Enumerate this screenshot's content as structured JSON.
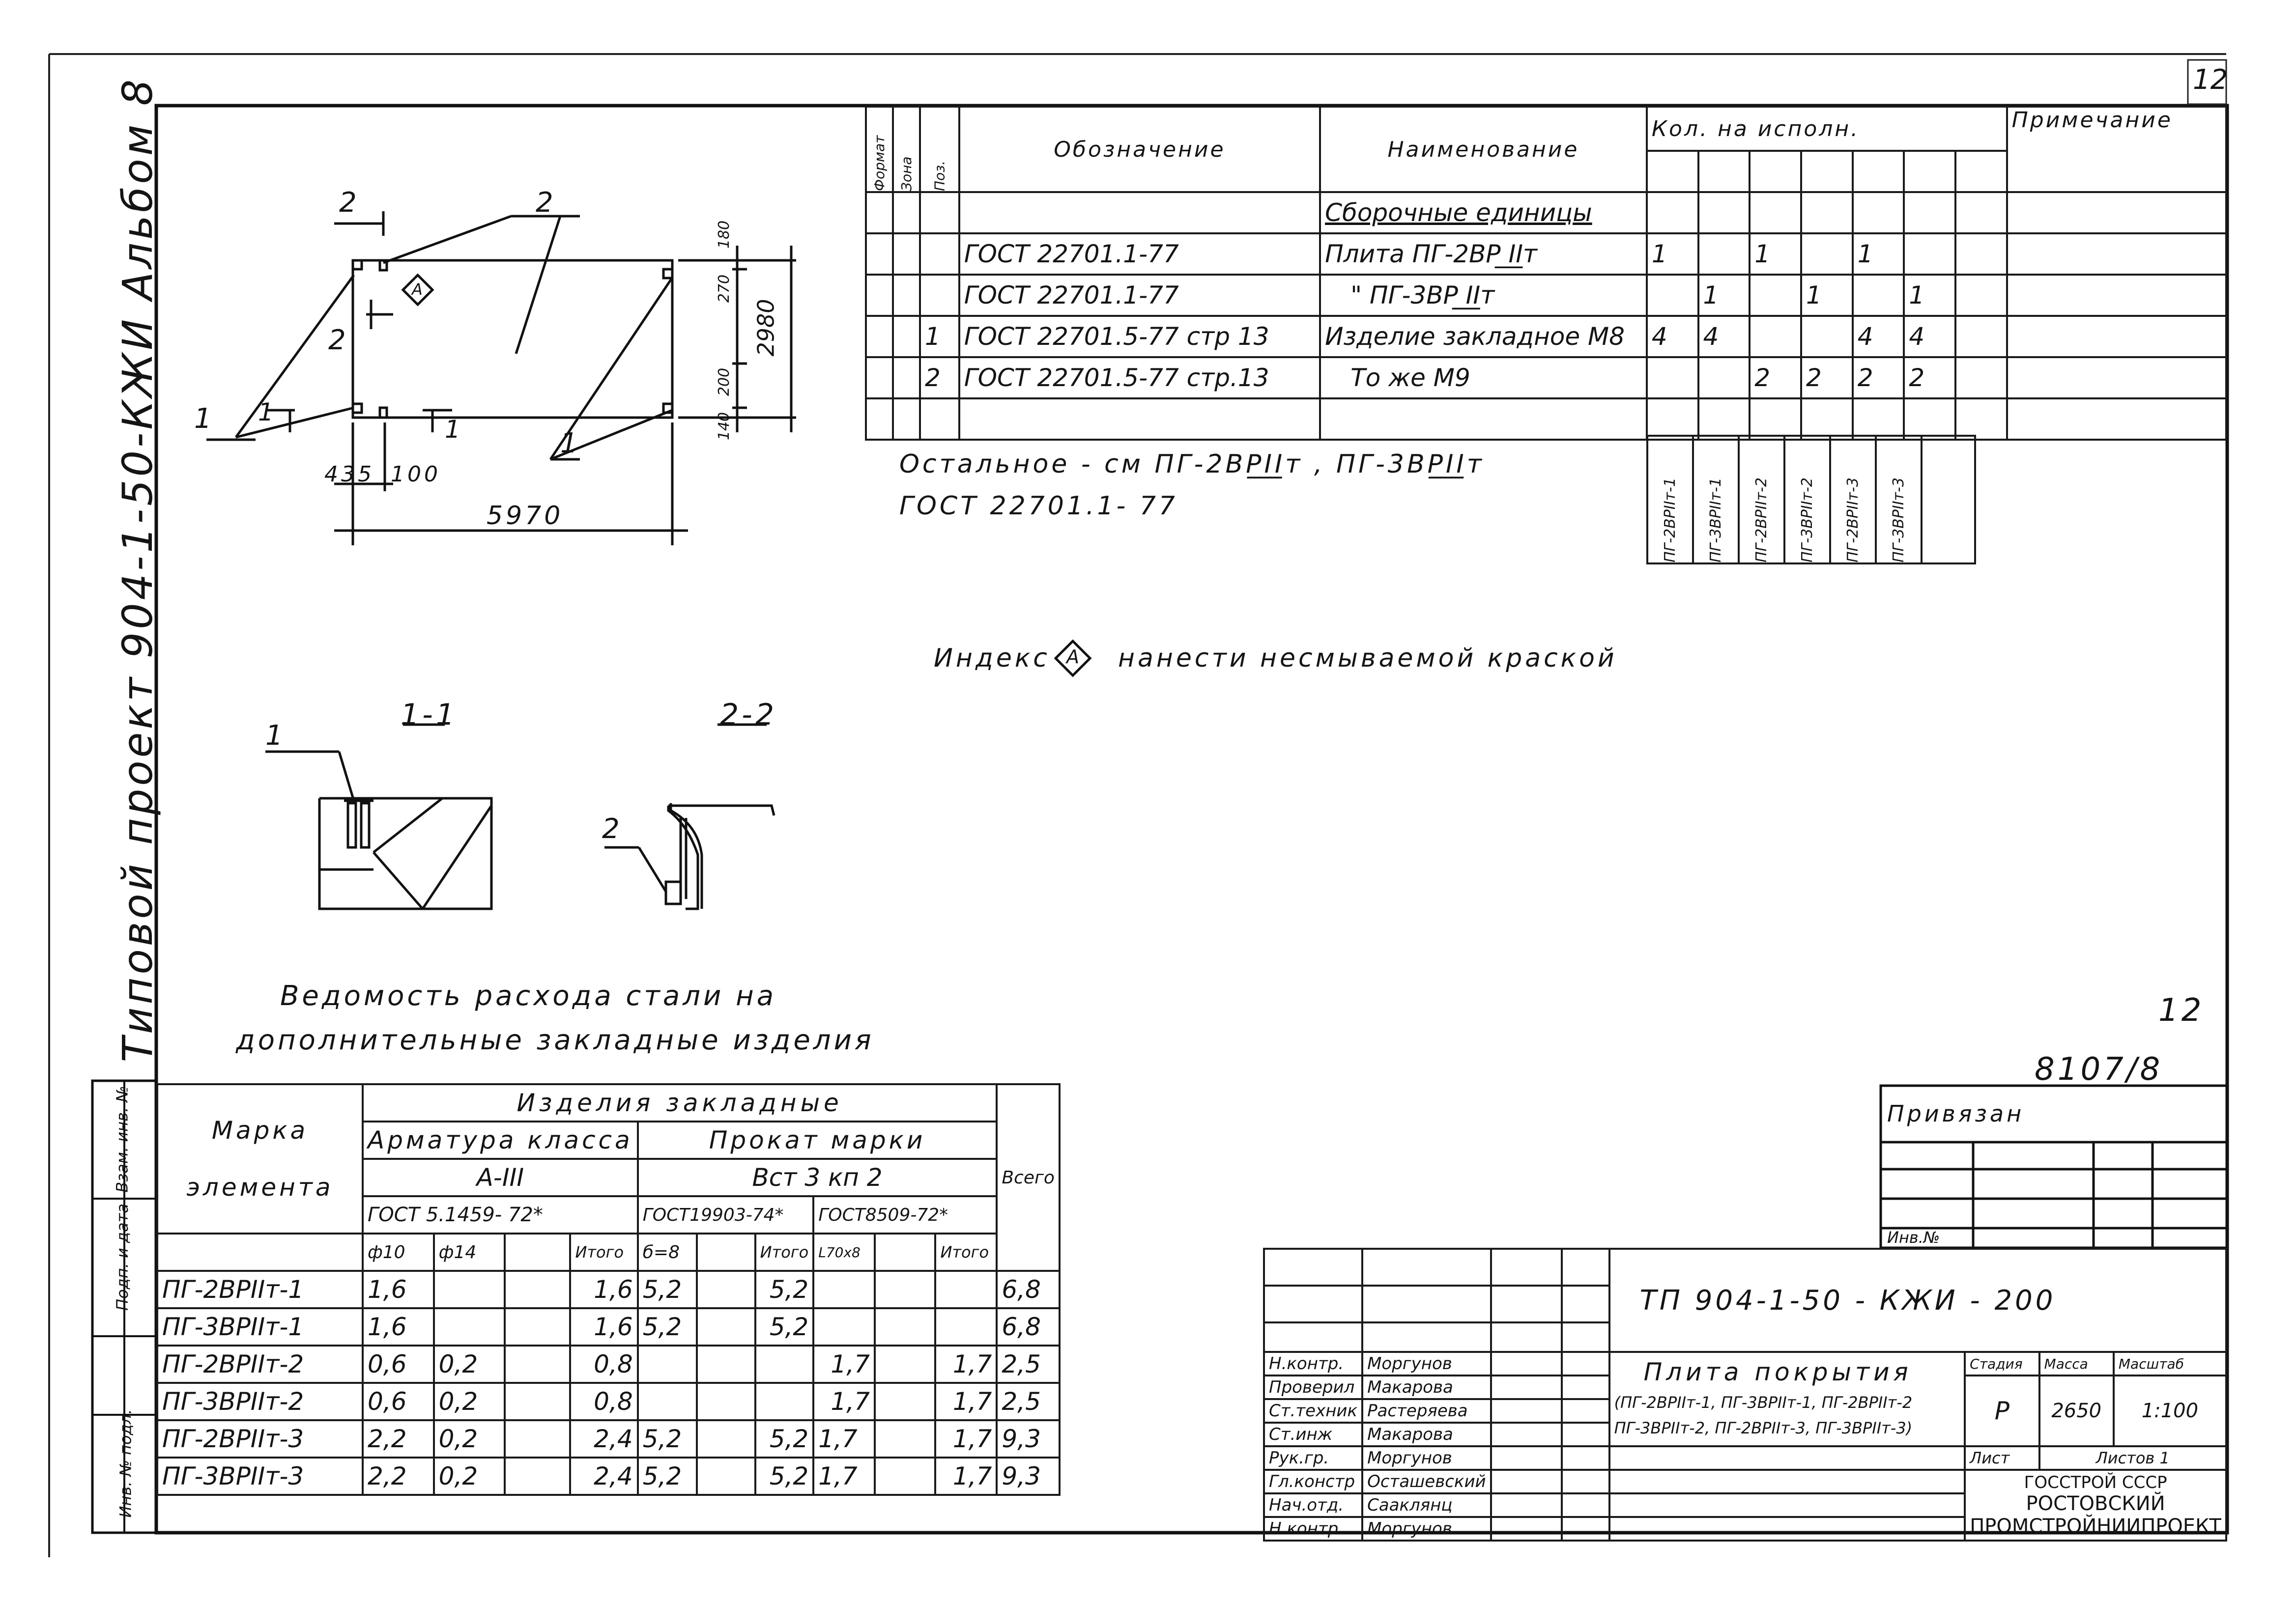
{
  "sheet_number": "12",
  "page_number": "12",
  "sheet_code": "8107/8",
  "left_margin_title": "Типовой проект  904-1-50-КЖИ  Альбом 8",
  "stamp_labels": [
    "Инв. № подл.",
    "Подп. и дата",
    "Взам. инв. №"
  ],
  "drawing": {
    "labels": {
      "section2_top": "2",
      "callout2_top": "2",
      "section2_side": "2",
      "callout1": "1",
      "section1_left": "1",
      "section1_right": "1",
      "callout1_right": "1",
      "index_mark": "А",
      "dim_435": "435",
      "dim_100": "100",
      "dim_5970": "5970",
      "dim_180": "180",
      "dim_270": "270",
      "dim_2980": "2980",
      "dim_200": "200",
      "dim_140": "140"
    }
  },
  "spec_table": {
    "headers": {
      "format": "Формат",
      "zone": "Зона",
      "pos": "Поз.",
      "designation": "Обозначение",
      "name": "Наименование",
      "qty": "Кол. на исполн.",
      "note": "Примечание"
    },
    "rows": [
      {
        "pos": "",
        "designation": "",
        "name": "Сборочные единицы",
        "qty": [
          "",
          "",
          "",
          "",
          "",
          ""
        ]
      },
      {
        "pos": "",
        "designation": "ГОСТ 22701.1-77",
        "name": "Плита  ПГ-2ВР ̲I̲I̲т",
        "qty": [
          "1",
          "",
          "1",
          "",
          "1",
          ""
        ]
      },
      {
        "pos": "",
        "designation": "ГОСТ 22701.1-77",
        "name": "\"    ПГ-3ВР ̲I̲I̲т",
        "qty": [
          "",
          "1",
          "",
          "1",
          "",
          "1"
        ]
      },
      {
        "pos": "1",
        "designation": "ГОСТ 22701.5-77  стр 13",
        "name": "Изделие закладное  М8",
        "qty": [
          "4",
          "4",
          "",
          "",
          "4",
          "4"
        ]
      },
      {
        "pos": "2",
        "designation": "ГОСТ 22701.5-77  стр.13",
        "name": "То же          М9",
        "qty": [
          "",
          "",
          "2",
          "2",
          "2",
          "2"
        ]
      },
      {
        "pos": "",
        "designation": "",
        "name": "",
        "qty": [
          "",
          "",
          "",
          "",
          "",
          ""
        ]
      }
    ],
    "variants": [
      "ПГ-2ВРIIт-1",
      "ПГ-3ВРIIт-1",
      "ПГ-2ВРIIт-2",
      "ПГ-3ВРIIт-2",
      "ПГ-2ВРIIт-3",
      "ПГ-3ВРIIт-3"
    ]
  },
  "remaining_note_line1": "Остальное - см  ПГ-2ВР̲I̲I̲т ,  ПГ-3ВР̲I̲I̲т",
  "remaining_note_line2": "ГОСТ  22701.1- 77",
  "index_note_prefix": "Индекс",
  "index_note_letter": "А",
  "index_note_suffix": "нанести   несмываемой   краской",
  "section_11_label": "1-1",
  "section_22_label": "2-2",
  "section_11_callout": "1",
  "section_22_callout": "2",
  "steel_title_line1": "Ведомость   расхода   стали  на",
  "steel_title_line2": "дополнительные    закладные    изделия",
  "steel_table": {
    "h_marka": "Марка",
    "h_element": "элемента",
    "h_izdelia": "Изделия   закладные",
    "h_armatura": "Арматура  класса",
    "h_klass": "А-III",
    "h_prokat": "Прокат   марки",
    "h_vst": "Вст 3  кп 2",
    "h_gost1": "ГОСТ 5.1459- 72*",
    "h_gost2": "ГОСТ19903-74*",
    "h_gost3": "ГОСТ8509-72*",
    "h_vsego": "Всего",
    "h_d10": "ф10",
    "h_d14": "ф14",
    "h_itogo1": "Итого",
    "h_b8": "б=8",
    "h_itogo2": "Итого",
    "h_l70": "L70х8",
    "h_itogo3": "Итого",
    "rows": [
      {
        "marka": "ПГ-2ВРIIт-1",
        "d10": "1,6",
        "d14": "",
        "itogo1": "1,6",
        "b8": "5,2",
        "itogo2": "5,2",
        "l70": "",
        "itogo3": "",
        "vsego": "6,8"
      },
      {
        "marka": "ПГ-3ВРIIт-1",
        "d10": "1,6",
        "d14": "",
        "itogo1": "1,6",
        "b8": "5,2",
        "itogo2": "5,2",
        "l70": "",
        "itogo3": "",
        "vsego": "6,8"
      },
      {
        "marka": "ПГ-2ВРIIт-2",
        "d10": "0,6",
        "d14": "0,2",
        "itogo1": "0,8",
        "b8": "",
        "itogo2": "",
        "l70": "1,7",
        "itogo3": "1,7",
        "vsego": "2,5"
      },
      {
        "marka": "ПГ-3ВРIIт-2",
        "d10": "0,6",
        "d14": "0,2",
        "itogo1": "0,8",
        "b8": "",
        "itogo2": "",
        "l70": "1,7",
        "itogo3": "1,7",
        "vsego": "2,5"
      },
      {
        "marka": "ПГ-2ВРIIт-3",
        "d10": "2,2",
        "d14": "0,2",
        "itogo1": "2,4",
        "b8": "5,2",
        "itogo2": "5,2",
        "l70": "1,7",
        "itogo3": "1,7",
        "vsego": "9,3"
      },
      {
        "marka": "ПГ-3ВРIIт-3",
        "d10": "2,2",
        "d14": "0,2",
        "itogo1": "2,4",
        "b8": "5,2",
        "itogo2": "5,2",
        "l70": "1,7",
        "itogo3": "1,7",
        "vsego": "9,3"
      }
    ]
  },
  "privyazan": "Привязан",
  "inv_no": "Инв.№",
  "title_block": {
    "doc_code": "ТП 904-1-50  - КЖИ - 200",
    "title": "Плита   покрытия",
    "subtitle1": "(ПГ-2ВРIIт-1, ПГ-3ВРIIт-1, ПГ-2ВРIIт-2",
    "subtitle2": "ПГ-3ВРIIт-2, ПГ-2ВРIIт-3, ПГ-3ВРIIт-3)",
    "h_stage": "Стадия",
    "h_mass": "Масса",
    "h_scale": "Масштаб",
    "stage": "Р",
    "mass": "2650",
    "scale": "1:100",
    "sheet": "Лист",
    "sheets": "Листов 1",
    "org1": "ГОССТРОЙ СССР",
    "org2": "РОСТОВСКИЙ",
    "org3": "ПРОМСТРОЙНИИПРОЕКТ",
    "signers": [
      {
        "role": "Н.контр.",
        "name": "Моргунов"
      },
      {
        "role": "Проверил",
        "name": "Макарова"
      },
      {
        "role": "Ст.техник",
        "name": "Растеряева"
      },
      {
        "role": "Ст.инж",
        "name": "Макарова"
      },
      {
        "role": "Рук.гр.",
        "name": "Моргунов"
      },
      {
        "role": "Гл.констр",
        "name": "Осташевский"
      },
      {
        "role": "Нач.отд.",
        "name": "Сааклянц"
      },
      {
        "role": "Н.контр.",
        "name": "Моргунов"
      }
    ]
  }
}
